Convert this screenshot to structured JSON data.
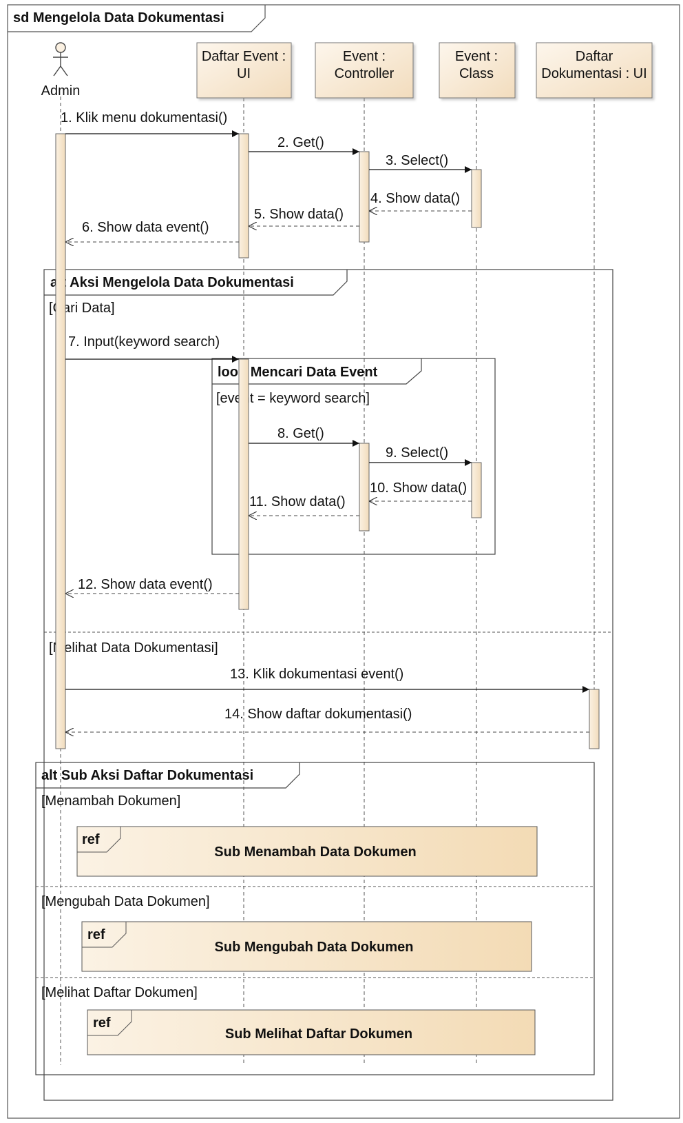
{
  "diagram": {
    "title": "sd Mengelola Data Dokumentasi",
    "colors": {
      "box_fill": "#f9ecd9",
      "box_fill_dark": "#f2d9b4",
      "stroke": "#333333",
      "frame": "#444444"
    },
    "actor": {
      "name": "Admin"
    },
    "lifelines": [
      {
        "id": "ui_event",
        "lines": [
          "Daftar Event :",
          "UI"
        ]
      },
      {
        "id": "controller",
        "lines": [
          "Event :",
          "Controller"
        ]
      },
      {
        "id": "class",
        "lines": [
          "Event :",
          "Class"
        ]
      },
      {
        "id": "ui_doc",
        "lines": [
          "Daftar",
          "Dokumentasi : UI"
        ]
      }
    ],
    "messages": [
      {
        "label": "1. Klik menu dokumentasi()",
        "type": "sync"
      },
      {
        "label": "2. Get()",
        "type": "sync"
      },
      {
        "label": "3. Select()",
        "type": "sync"
      },
      {
        "label": "4. Show data()",
        "type": "reply"
      },
      {
        "label": "5. Show data()",
        "type": "reply"
      },
      {
        "label": "6. Show data event()",
        "type": "reply"
      },
      {
        "label": "7. Input(keyword search)",
        "type": "sync"
      },
      {
        "label": "8. Get()",
        "type": "sync"
      },
      {
        "label": "9. Select()",
        "type": "sync"
      },
      {
        "label": "10. Show data()",
        "type": "reply"
      },
      {
        "label": "11. Show data()",
        "type": "reply"
      },
      {
        "label": "12. Show data event()",
        "type": "reply"
      },
      {
        "label": "13. Klik dokumentasi event()",
        "type": "sync"
      },
      {
        "label": "14. Show daftar dokumentasi()",
        "type": "reply"
      }
    ],
    "fragments": {
      "alt_main": {
        "title": "alt Aksi Mengelola Data Dokumentasi",
        "guards": [
          "[Cari Data]",
          "[Melihat Data Dokumentasi]"
        ]
      },
      "loop": {
        "title": "loop Mencari Data Event",
        "guard": "[event = keyword search]"
      },
      "alt_sub": {
        "title": "alt Sub Aksi Daftar Dokumentasi",
        "guards": [
          "[Menambah Dokumen]",
          "[Mengubah Data Dokumen]",
          "[Melihat Daftar Dokumen]"
        ]
      }
    },
    "refs": [
      {
        "tag": "ref",
        "name": "Sub Menambah Data Dokumen"
      },
      {
        "tag": "ref",
        "name": "Sub Mengubah Data Dokumen"
      },
      {
        "tag": "ref",
        "name": "Sub Melihat Daftar Dokumen"
      }
    ]
  }
}
